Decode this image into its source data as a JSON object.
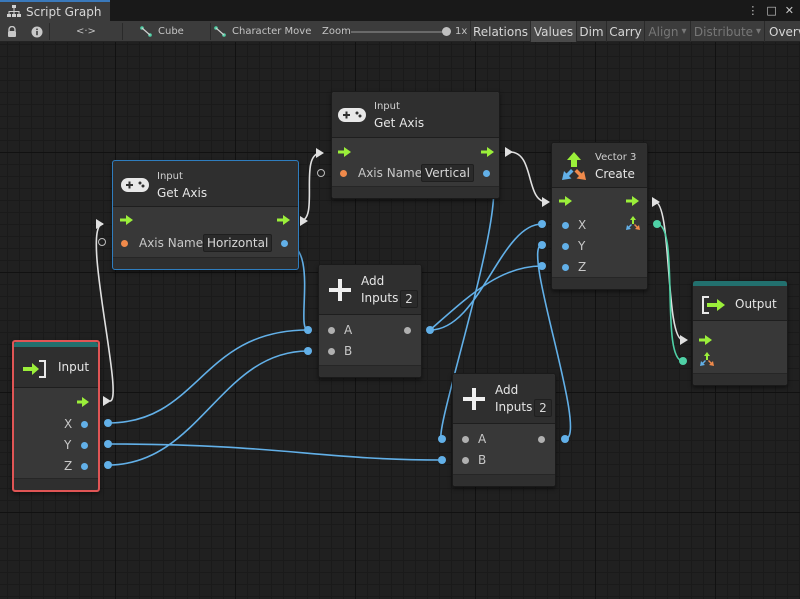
{
  "window": {
    "tab_title": "Script Graph",
    "menu_glyph": "⋮",
    "restore_glyph": "□",
    "close_glyph": "✕"
  },
  "toolbar": {
    "code_glyph": "<·>",
    "breadcrumb_cube": "Cube",
    "breadcrumb_character_move": "Character Move",
    "zoom_label": "Zoom",
    "zoom_value": "1x",
    "zoom_fraction": 1.0,
    "buttons": {
      "relations": "Relations",
      "values": "Values",
      "dim": "Dim",
      "carry": "Carry",
      "align": "Align",
      "distribute": "Distribute",
      "overview": "Overv"
    },
    "dropdown_glyph": "▾"
  },
  "colors": {
    "control_flow": "#9bef3a",
    "value_wire": "#62b0e8",
    "vector_wire": "#4fd1a6",
    "white_wire": "#e0e0e0",
    "selected_border": "#2f7dbe",
    "error_border": "#e05555",
    "accent_teal": "#22706e"
  },
  "nodes": {
    "get_axis_vertical": {
      "category": "Input",
      "title": "Get Axis",
      "icon": "gamepad-icon",
      "port_label": "Axis Name",
      "field_value": "Vertical"
    },
    "get_axis_horizontal": {
      "category": "Input",
      "title": "Get Axis",
      "icon": "gamepad-icon",
      "port_label": "Axis Name",
      "field_value": "Horizontal"
    },
    "vector3_create": {
      "category": "Vector 3",
      "title": "Create",
      "icon": "vector3-icon",
      "ports": [
        "X",
        "Y",
        "Z"
      ]
    },
    "add_top": {
      "title_line1": "Add",
      "title_line2": "Inputs",
      "inputs_count": "2",
      "icon": "plus-icon",
      "ports": [
        "A",
        "B"
      ]
    },
    "add_bottom": {
      "title_line1": "Add",
      "title_line2": "Inputs",
      "inputs_count": "2",
      "icon": "plus-icon",
      "ports": [
        "A",
        "B"
      ]
    },
    "input": {
      "title": "Input",
      "icon": "input-icon",
      "ports": [
        "X",
        "Y",
        "Z"
      ]
    },
    "output": {
      "title": "Output",
      "icon": "output-icon"
    }
  }
}
